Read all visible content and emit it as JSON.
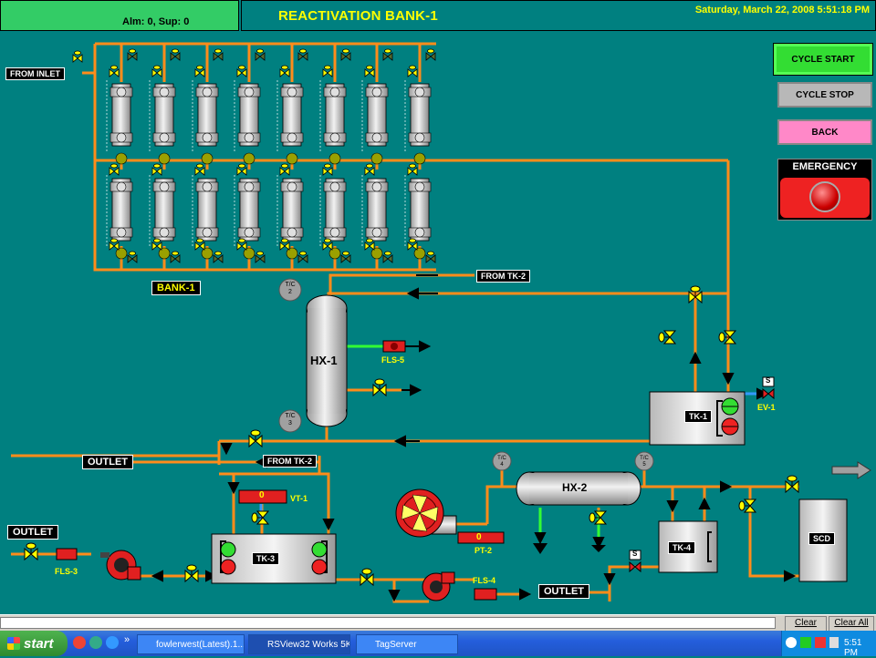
{
  "header": {
    "alarm_text": "Alm:  0, Sup:  0",
    "title": "REACTIVATION BANK-1",
    "datetime": "Saturday, March 22, 2008  5:51:18 PM"
  },
  "buttons": {
    "cycle_start": "CYCLE START",
    "cycle_stop": "CYCLE STOP",
    "back": "BACK",
    "emergency": "EMERGENCY"
  },
  "labels": {
    "from_inlet": "FROM INLET",
    "bank": "BANK-1",
    "from_tk2_top": "FROM TK-2",
    "from_tk2_mid": "FROM TK-2",
    "outlet_mid": "OUTLET",
    "outlet_left": "OUTLET",
    "outlet_bottom": "OUTLET",
    "hx1": "HX-1",
    "hx2": "HX-2",
    "tk1": "TK-1",
    "tk3": "TK-3",
    "tk4": "TK-4",
    "scd": "SCD",
    "fls5": "FLS-5",
    "fls3": "FLS-3",
    "fls4": "FLS-4",
    "ev1": "EV-1",
    "vt1": "VT-1",
    "pt2": "PT-2",
    "tc2": "T/C 2",
    "tc3": "T/C 3",
    "tc4": "T/C 4",
    "tc5": "T/C 5",
    "tc": "T/C",
    "vt1_value": "0",
    "pt2_value": "0",
    "s": "S"
  },
  "statusbar": {
    "clear": "Clear",
    "clear_all": "Clear All"
  },
  "taskbar": {
    "start": "start",
    "items": [
      "fowlerwest(Latest).1...",
      "RSView32 Works 5K",
      "TagServer"
    ],
    "clock": "5:51 PM"
  },
  "colors": {
    "background": "#008080",
    "pipe": "#ff8c1a",
    "alarm_green": "#33cc66",
    "title_yellow": "#ffff00"
  }
}
